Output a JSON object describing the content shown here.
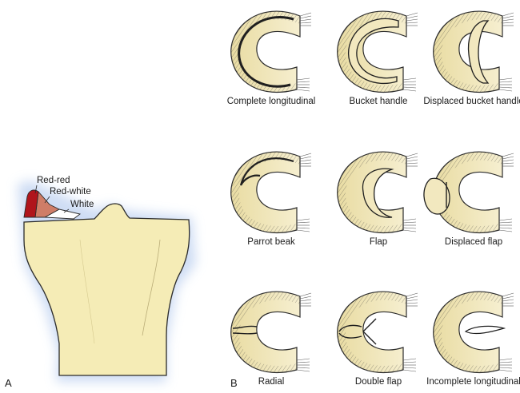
{
  "panel_a": {
    "letter": "A",
    "zones": [
      "Red-red",
      "Red-white",
      "White"
    ]
  },
  "panel_b": {
    "letter": "B",
    "tears": [
      "Complete longitudinal",
      "Bucket handle",
      "Displaced bucket handle",
      "Parrot beak",
      "Flap",
      "Displaced flap",
      "Radial",
      "Double flap",
      "Incomplete longitudinal"
    ]
  },
  "colors": {
    "meniscus_fill": "#efe3b0",
    "tibia_fill": "#f5ecb6",
    "glow": "#c9d9f3",
    "red_red": "#b0151c",
    "red_white": "#cf7d67",
    "white_zone": "#ffffff",
    "outline": "#2b2b2b"
  }
}
